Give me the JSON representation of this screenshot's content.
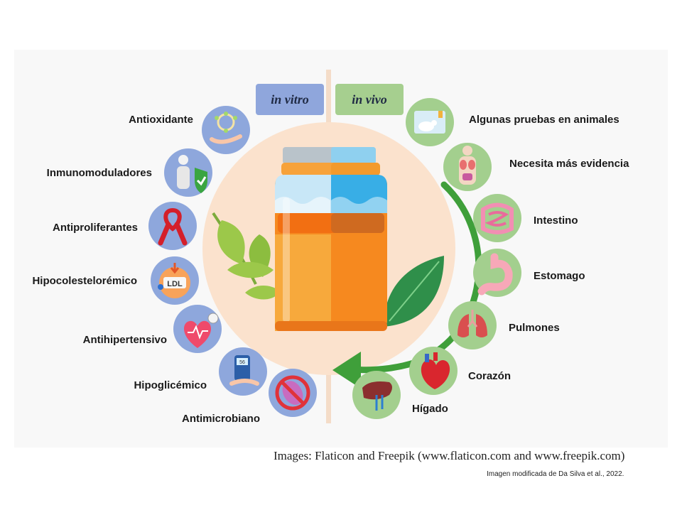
{
  "tags": {
    "in_vitro": "in vitro",
    "in_vivo": "in vivo"
  },
  "in_vitro_items": [
    {
      "label": "Antioxidante",
      "icon": "antioxidant-molecule-hand-icon"
    },
    {
      "label": "Inmunomoduladores",
      "icon": "immune-person-shield-icon"
    },
    {
      "label": "Antiproliferantes",
      "icon": "cancer-ribbon-icon"
    },
    {
      "label": "Hipocolestelorémico",
      "icon": "ldl-cholesterol-icon"
    },
    {
      "label": "Antihipertensivo",
      "icon": "heart-pressure-gauge-icon"
    },
    {
      "label": "Hipoglicémico",
      "icon": "glucometer-icon"
    },
    {
      "label": "Antimicrobiano",
      "icon": "no-bacteria-icon"
    }
  ],
  "in_vivo_items": [
    {
      "label": "Algunas pruebas en animales",
      "icon": "lab-animal-icon"
    },
    {
      "label": "Necesita más evidencia",
      "icon": "human-organs-body-icon"
    },
    {
      "label": "Intestino",
      "icon": "intestine-icon"
    },
    {
      "label": "Estomago",
      "icon": "stomach-icon"
    },
    {
      "label": "Pulmones",
      "icon": "lungs-icon"
    },
    {
      "label": "Corazón",
      "icon": "heart-organ-icon"
    },
    {
      "label": "Hígado",
      "icon": "liver-icon"
    }
  ],
  "credits": {
    "images": "Images: Flaticon and Freepik (www.flaticon.com and www.freepik.com)",
    "modified": "Imagen modificada de Da Silva et al., 2022."
  },
  "colors": {
    "vitro_circle": "#8ea7dc",
    "vivo_circle": "#a3cf8e",
    "vitro_tag": "#8fa6dc",
    "vivo_tag": "#a6cf8f",
    "arrow": "#3f9f3a",
    "center_circle": "#fbe2cd",
    "jar_orange": "#f6891f",
    "jar_blue": "#38aee6",
    "lid": "#8fd0ef"
  }
}
